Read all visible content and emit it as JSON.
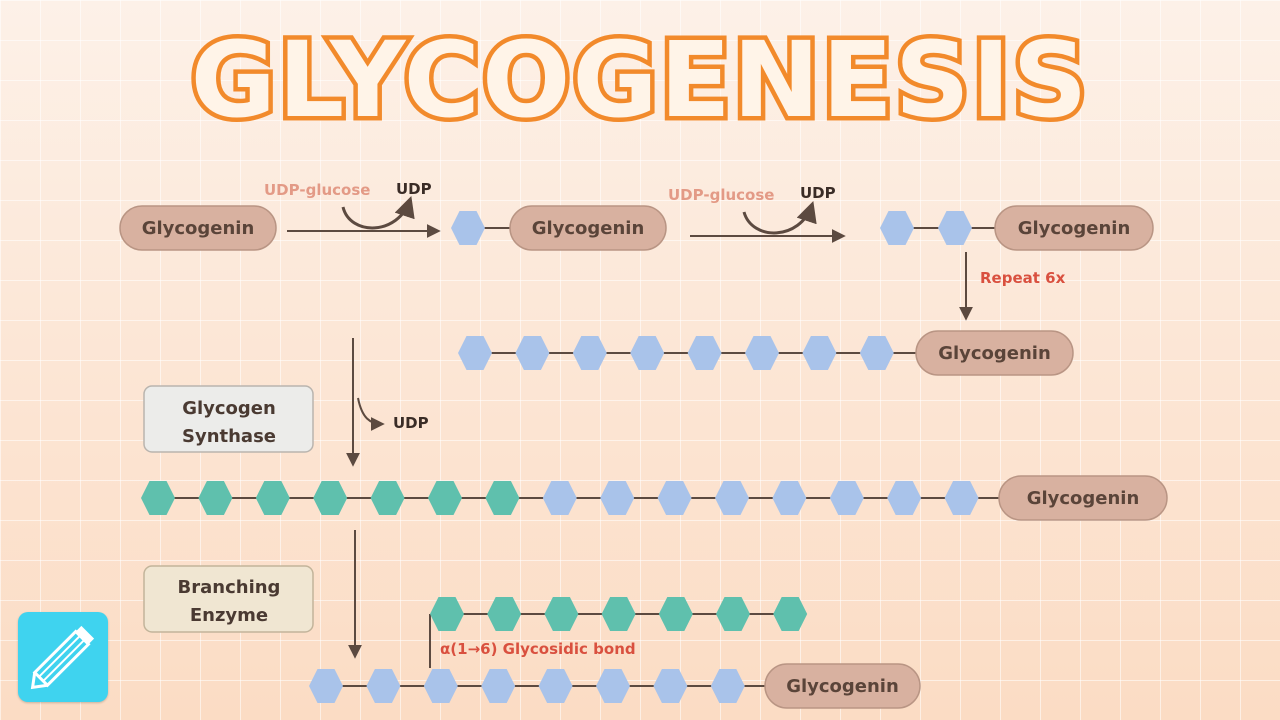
{
  "title": "GLYCOGENESIS",
  "colors": {
    "title_fill": "#fff4e8",
    "title_stroke": "#f28a2b",
    "glycogenin_fill": "#d8b1a0",
    "glycogenin_stroke": "#b99584",
    "glucose_blue": "#a9c3ea",
    "glucose_green": "#5fc0ad",
    "udp_glucose_label": "#e39a86",
    "repeat_label": "#d9503f",
    "bond_label": "#d9503f",
    "enzyme_box_gray": "#ececea",
    "enzyme_box_beige": "#f0e6d2",
    "arrow": "#5c4a40",
    "app_icon": "#3fd3ef"
  },
  "labels": {
    "glycogenin": "Glycogenin",
    "udp_glucose": "UDP-glucose",
    "udp": "UDP",
    "repeat": "Repeat 6x",
    "glycogen_synthase": [
      "Glycogen",
      "Synthase"
    ],
    "branching_enzyme": [
      "Branching",
      "Enzyme"
    ],
    "bond": "α(1→6) Glycosidic bond"
  },
  "icons": {
    "corner": "pencil-icon"
  }
}
